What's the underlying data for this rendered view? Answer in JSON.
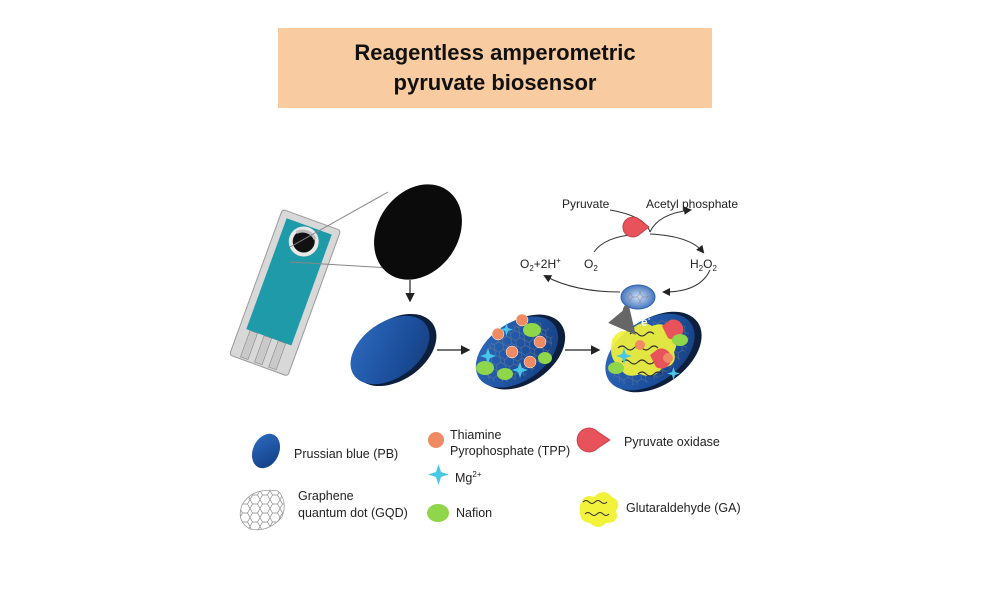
{
  "title": {
    "line1": "Reagentless amperometric",
    "line2": "pyruvate biosensor"
  },
  "colors": {
    "title_bg": "#f8cba0",
    "pb_blue": "#1f56a8",
    "tpp_orange": "#f08a62",
    "oxidase_red": "#e8525a",
    "nafion_green": "#8fd64a",
    "ga_yellow": "#f2f23a",
    "mg_cyan": "#49c7e8"
  },
  "reaction": {
    "pyruvate": "Pyruvate",
    "acetyl_phosphate": "Acetyl phosphate",
    "o2": "O",
    "o2_sub": "2",
    "h2o2_a": "H",
    "h2o2_sub1": "2",
    "h2o2_b": "O",
    "h2o2_sub2": "2",
    "o2h_a": "O",
    "o2h_sub": "2",
    "o2h_b": "+2H",
    "o2h_sup": "+",
    "electron": "e",
    "electron_sup": "-"
  },
  "legend": {
    "pb": "Prussian blue (PB)",
    "tpp_line1": "Thiamine",
    "tpp_line2": "Pyrophosphate (TPP)",
    "oxidase": "Pyruvate oxidase",
    "mg": "Mg",
    "mg_sup": "2+",
    "gqd_line1": "Graphene",
    "gqd_line2": "quantum dot (GQD)",
    "nafion": "Nafion",
    "ga": "Glutaraldehyde (GA)"
  },
  "icons": [
    "screen-printed-electrode",
    "carbon-electrode-disc",
    "pb-modified-disc",
    "tpp-mg-nafion-disc",
    "biosensor-disc",
    "gqd-hexagon-icon",
    "pacman-oxidase-icon"
  ]
}
